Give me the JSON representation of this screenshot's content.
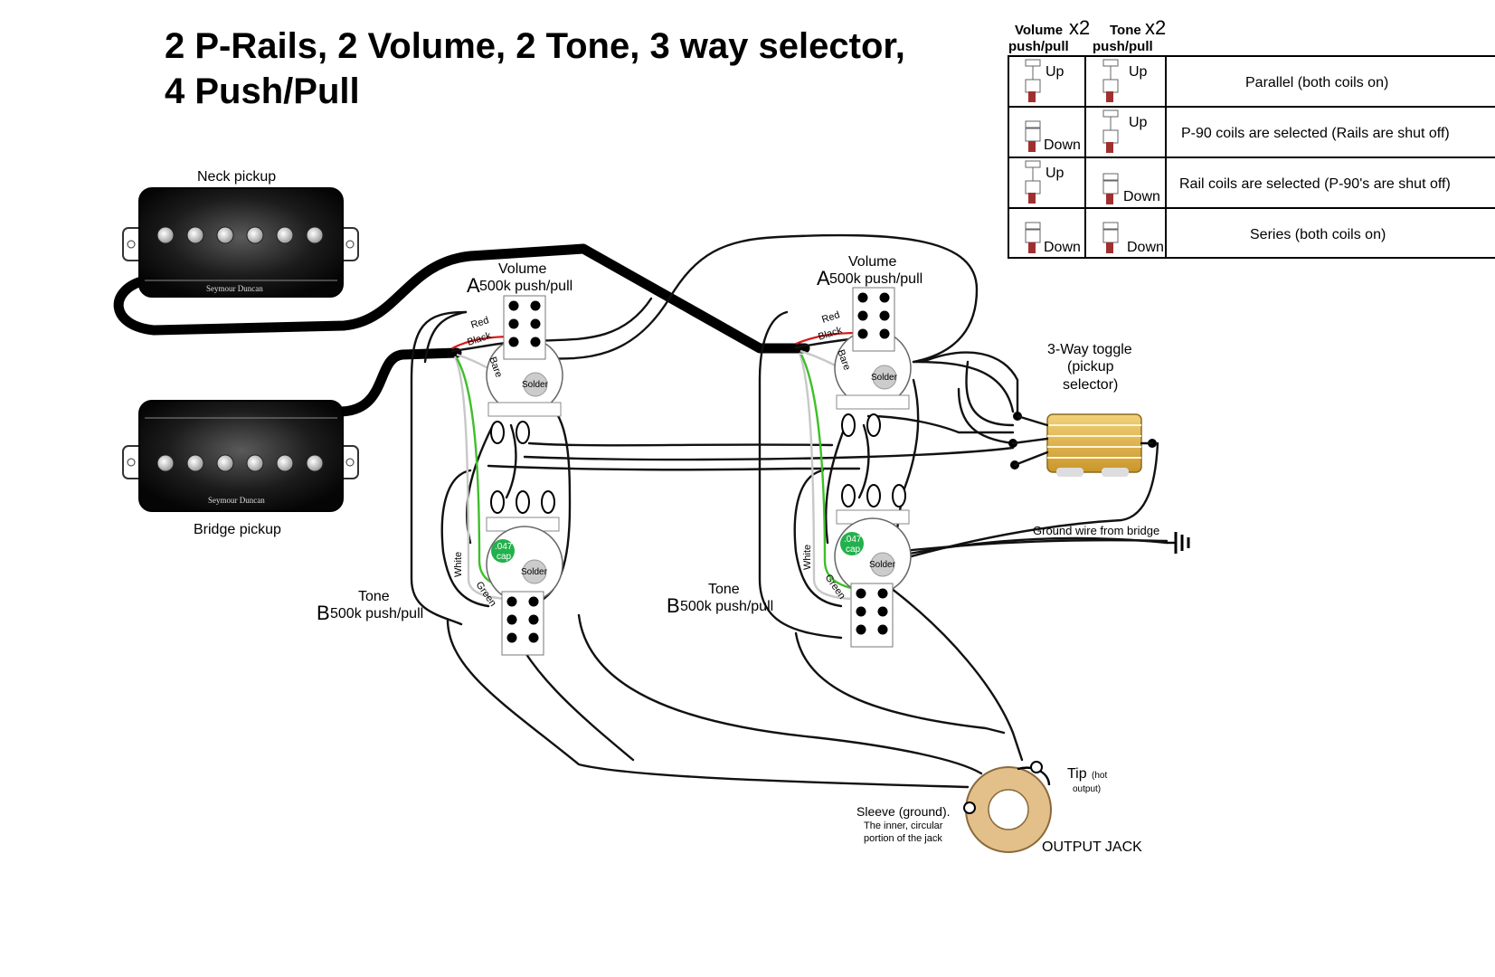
{
  "title": {
    "line1": "2 P-Rails, 2 Volume, 2 Tone, 3 way selector,",
    "line2": "4 Push/Pull"
  },
  "pickups": {
    "neck_label": "Neck pickup",
    "bridge_label": "Bridge pickup",
    "brand": "Seymour Duncan"
  },
  "pots": {
    "volume_a": {
      "title": "Volume",
      "letter": "A",
      "spec": "500k push/pull"
    },
    "volume_b": {
      "title": "Volume",
      "letter": "A",
      "spec": "500k push/pull"
    },
    "tone_a": {
      "title": "Tone",
      "letter": "B",
      "spec": "500k push/pull"
    },
    "tone_b": {
      "title": "Tone",
      "letter": "B",
      "spec": "500k push/pull"
    }
  },
  "wire_labels": {
    "red": "Red",
    "black": "Black",
    "bare": "Bare",
    "white": "White",
    "green": "Green",
    "solder": "Solder",
    "cap": ".047",
    "cap_unit": "cap"
  },
  "toggle": {
    "line1": "3-Way toggle",
    "line2": "(pickup",
    "line3": "selector)"
  },
  "ground_wire": "Ground wire from bridge",
  "jack": {
    "tip": "Tip",
    "tip_note1": "(hot",
    "tip_note2": "output)",
    "sleeve": "Sleeve (ground).",
    "sleeve_note1": "The inner, circular",
    "sleeve_note2": "portion of the jack",
    "label": "OUTPUT JACK"
  },
  "table": {
    "col1_head": "Volume",
    "col2_head": "Tone",
    "multiplier": "x2",
    "sub_head": "push/pull",
    "rows": [
      {
        "volume": "Up",
        "tone": "Up",
        "result": "Parallel (both coils on)"
      },
      {
        "volume": "Down",
        "tone": "Up",
        "result": "P-90 coils are selected (Rails are shut off)"
      },
      {
        "volume": "Up",
        "tone": "Down",
        "result": "Rail coils are selected (P-90's are shut off)"
      },
      {
        "volume": "Down",
        "tone": "Down",
        "result": "Series (both coils on)"
      }
    ]
  },
  "colors": {
    "wire": "#111111",
    "red_wire": "#d31b1b",
    "green_wire": "#3fbf2a",
    "cap": "#22b14c",
    "toggle_body": "#e0b64a",
    "jack_ring": "#e3c08a"
  }
}
